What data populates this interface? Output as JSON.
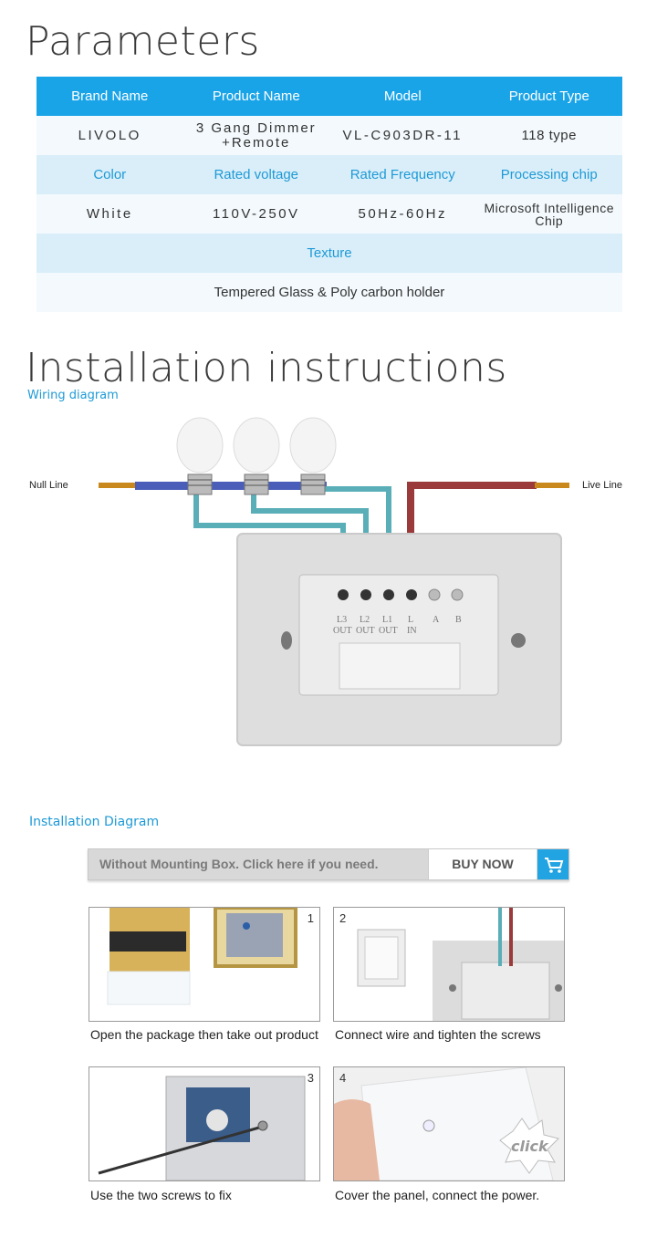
{
  "sections": {
    "parameters_title": "Parameters",
    "installation_title": "Installation instructions",
    "wiring_label": "Wiring diagram",
    "install_diagram_label": "Installation Diagram"
  },
  "table": {
    "header": [
      "Brand Name",
      "Product Name",
      "Model",
      "Product Type"
    ],
    "row1": [
      "LIVOLO",
      "3 Gang Dimmer +Remote",
      "VL-C903DR-11",
      "118 type"
    ],
    "header2": [
      "Color",
      "Rated voltage",
      "Rated Frequency",
      "Processing chip"
    ],
    "row2": [
      "White",
      "110V-250V",
      "50Hz-60Hz",
      "Microsoft Intelligence Chip"
    ],
    "header3": "Texture",
    "row3": "Tempered Glass & Poly carbon holder"
  },
  "wiring": {
    "null_line": "Null Line",
    "live_line": "Live Line",
    "terminals": [
      "L3",
      "L2",
      "L1",
      "L",
      "A",
      "B"
    ],
    "terminal_sub": [
      "OUT",
      "OUT",
      "OUT",
      "IN"
    ]
  },
  "buy_bar": {
    "text": "Without Mounting Box. Click here if you need.",
    "button": "BUY NOW"
  },
  "steps": [
    {
      "num": "1",
      "caption": "Open the package then take out product"
    },
    {
      "num": "2",
      "caption": "Connect wire and tighten the screws"
    },
    {
      "num": "3",
      "caption": "Use the two screws to fix"
    },
    {
      "num": "4",
      "caption": "Cover the panel, connect the power.",
      "stamp": "click"
    }
  ],
  "colors": {
    "accent": "#1aa4e8",
    "header_light": "#d9eef9",
    "live_wire": "#9a3a3a",
    "load_wire": "#5aaeb8",
    "null_wire": "#4a5db8"
  }
}
